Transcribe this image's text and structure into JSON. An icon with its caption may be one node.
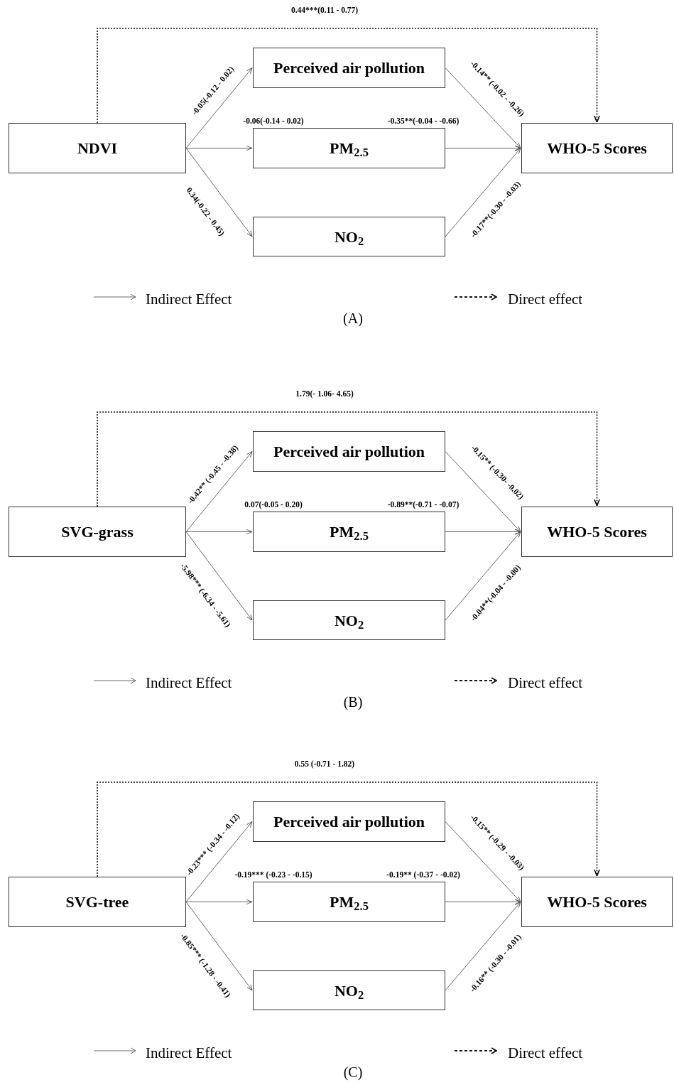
{
  "diagram": {
    "nodes": [
      {
        "text": [
          "NDVI"
        ]
      },
      {
        "text": [
          "Perceived air pollution"
        ]
      },
      {
        "text": [
          "PM$_{2.5}$"
        ]
      },
      {
        "text": [
          "NO$_{2}$"
        ]
      },
      {
        "text": [
          "WHO-5 Scores"
        ]
      },
      {
        "text": [
          "SVG-grass"
        ]
      },
      {
        "text": [
          "Perceived air pollution"
        ]
      },
      {
        "text": [
          "PM$_{2.5}$"
        ]
      },
      {
        "text": [
          "NO$_{2}$"
        ]
      },
      {
        "text": [
          "WHO-5 Scores"
        ]
      },
      {
        "text": [
          "SVG-tree"
        ]
      },
      {
        "text": [
          "Perceived air pollution"
        ]
      },
      {
        "text": [
          "PM$_{2.5}$"
        ]
      },
      {
        "text": [
          "NO$_{2}$"
        ]
      },
      {
        "text": [
          "WHO-5 Scores"
        ]
      }
    ],
    "edges": [
      {
        "from": 0,
        "to": 1,
        "arrow": "to",
        "label": "-0.05(-0.12 - 0.02)"
      },
      {
        "from": 0,
        "to": 2,
        "arrow": "to",
        "label": "-0.06(-0.14 - 0.02)"
      },
      {
        "from": 0,
        "to": 3,
        "arrow": "to",
        "label": "0.34(-0.22 - 0.45)"
      },
      {
        "from": 1,
        "to": 4,
        "arrow": "to",
        "label": "-0.14** (-0.02 - -0.26)"
      },
      {
        "from": 2,
        "to": 4,
        "arrow": "to",
        "label": "-0.35**(-0.04 - -0.66)"
      },
      {
        "from": 3,
        "to": 4,
        "arrow": "to",
        "label": "-0.17**(-0.30 - -0.03)"
      },
      {
        "from": 0,
        "to": 4,
        "arrow": "to",
        "label": "0.44***(0.11 - 0.77)",
        "style": "dashed"
      },
      {
        "from": 5,
        "to": 6,
        "arrow": "to",
        "label": "-0.42** (-0.45 - -0.38)"
      },
      {
        "from": 5,
        "to": 7,
        "arrow": "to",
        "label": "0.07(-0.05 - 0.20)"
      },
      {
        "from": 5,
        "to": 8,
        "arrow": "to",
        "label": "-5.98*** (-6.34 - -5.61)"
      },
      {
        "from": 6,
        "to": 9,
        "arrow": "to",
        "label": "-0.15** (-0.30- -0.02)"
      },
      {
        "from": 7,
        "to": 9,
        "arrow": "to",
        "label": "-0.89**(-0.71 - -0.07)"
      },
      {
        "from": 8,
        "to": 9,
        "arrow": "to",
        "label": "-0.04**(-0.04 - -0.00)"
      },
      {
        "from": 5,
        "to": 9,
        "arrow": "to",
        "label": "1.79(- 1.06- 4.65)",
        "style": "dashed"
      },
      {
        "from": 10,
        "to": 11,
        "arrow": "to",
        "label": "-0.23*** (-0.34 - -0.12)"
      },
      {
        "from": 10,
        "to": 12,
        "arrow": "to",
        "label": "-0.19*** (-0.23 - -0.15)"
      },
      {
        "from": 10,
        "to": 13,
        "arrow": "to",
        "label": "-0.85*** (-1.28 - -0.41)"
      },
      {
        "from": 11,
        "to": 14,
        "arrow": "to",
        "label": "-0.15** (-0.29 - -0.03)"
      },
      {
        "from": 12,
        "to": 14,
        "arrow": "to",
        "label": "-0.19** (-0.37 - -0.02)"
      },
      {
        "from": 13,
        "to": 14,
        "arrow": "to",
        "label": "-0.16** (-0.30 - -0.01)"
      },
      {
        "from": 10,
        "to": 14,
        "arrow": "to",
        "label": "0.55 (-0.71 - 1.82)",
        "style": "dashed"
      }
    ],
    "labels": [
      "(A)",
      "(B)",
      "(C)"
    ],
    "legend": [
      {
        "text": "Indirect Effect"
      },
      {
        "text": "Direct effect"
      },
      {
        "text": "Indirect Effect"
      },
      {
        "text": "Direct effect"
      },
      {
        "text": "Indirect Effect"
      },
      {
        "text": "Direct effect"
      }
    ]
  }
}
